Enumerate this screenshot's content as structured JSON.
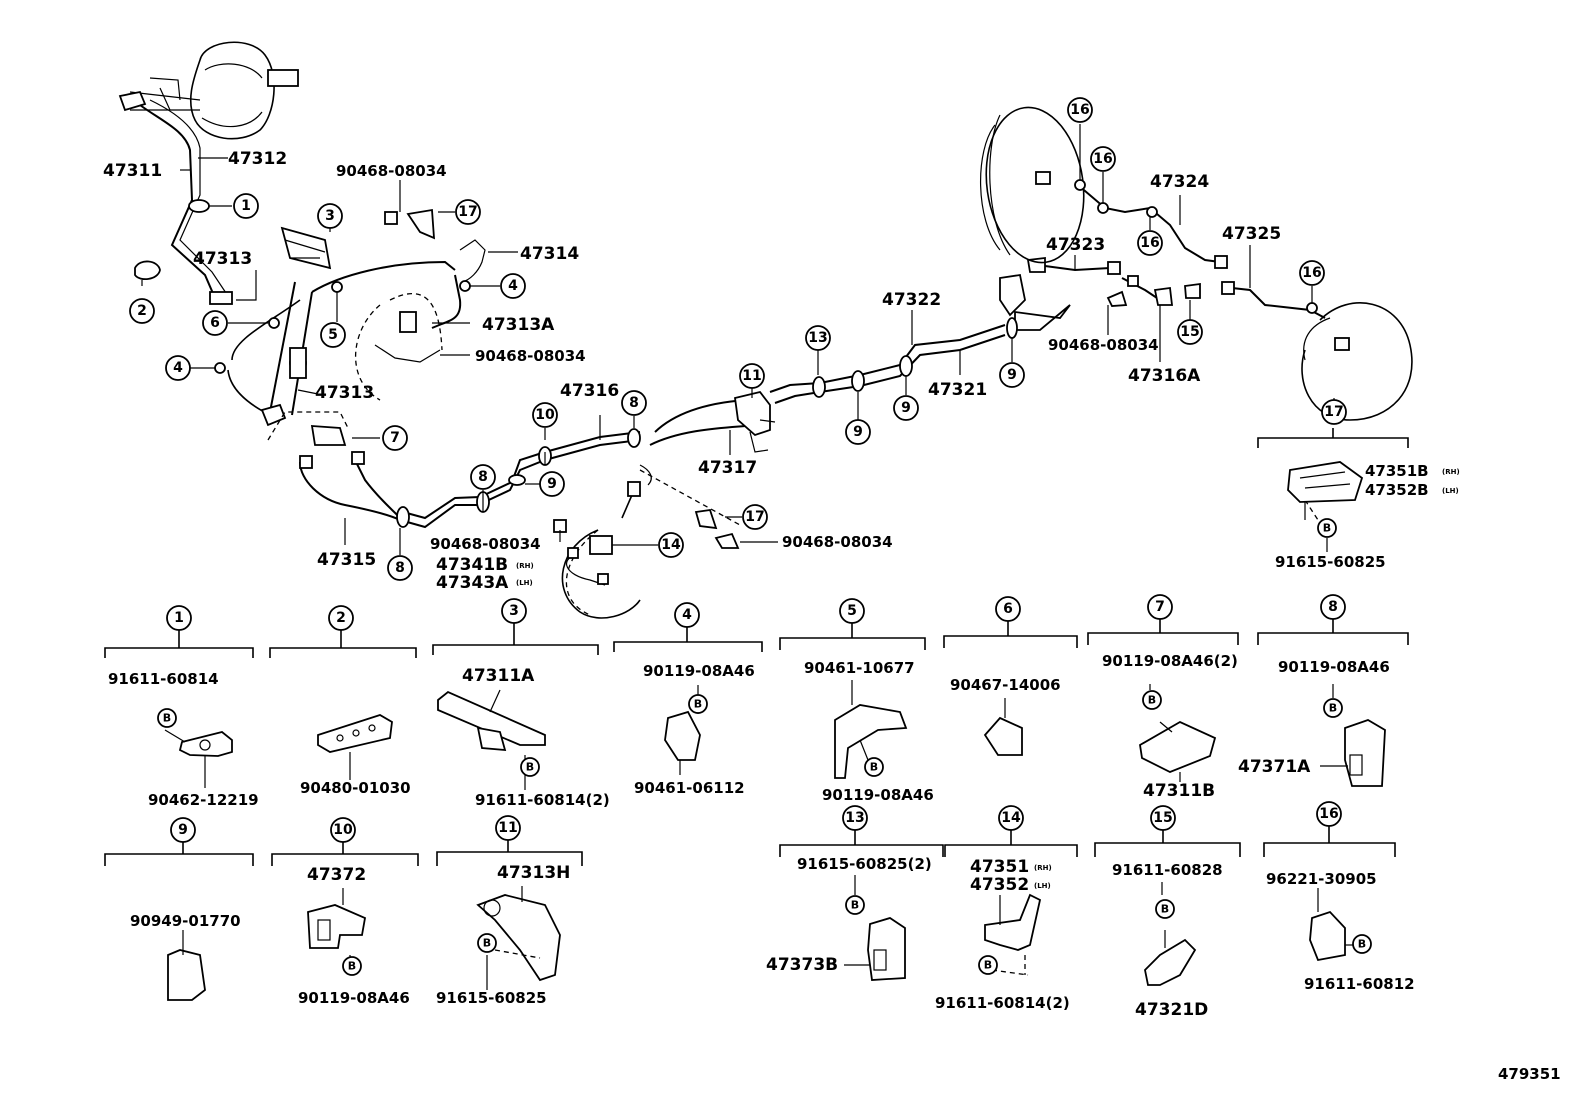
{
  "main_labels": {
    "p47311": "47311",
    "p47312": "47312",
    "p47313_top": "47313",
    "p47313_mid": "47313",
    "p47314": "47314",
    "p47313A": "47313A",
    "p90468_a": "90468-08034",
    "p90468_b": "90468-08034",
    "p90468_c": "90468-08034",
    "p90468_d": "90468-08034",
    "p90468_e": "90468-08034",
    "p47316": "47316",
    "p47317": "47317",
    "p47315": "47315",
    "p47341B": "47341B",
    "p47343A": "47343A",
    "p47322": "47322",
    "p47321": "47321",
    "p47323": "47323",
    "p47324": "47324",
    "p47325": "47325",
    "p47316A": "47316A",
    "p47351B": "47351B",
    "p47352B": "47352B",
    "p91615_top": "91615-60825",
    "rh": "(RH)",
    "lh": "(LH)"
  },
  "callouts": {
    "c1": "1",
    "c2": "2",
    "c3": "3",
    "c4a": "4",
    "c4b": "4",
    "c5": "5",
    "c6": "6",
    "c7": "7",
    "c8a": "8",
    "c8b": "8",
    "c8c": "8",
    "c9a": "9",
    "c9b": "9",
    "c9c": "9",
    "c9d": "9",
    "c10": "10",
    "c11": "11",
    "c13": "13",
    "c14": "14",
    "c15": "15",
    "c16a": "16",
    "c16b": "16",
    "c16c": "16",
    "c16d": "16",
    "c17a": "17",
    "c17b": "17",
    "c17c": "17"
  },
  "groups": {
    "g1": {
      "num": "1",
      "a": "91611-60814",
      "b": "90462-12219"
    },
    "g2": {
      "num": "2",
      "a": "90480-01030"
    },
    "g3": {
      "num": "3",
      "a": "47311A",
      "b": "91611-60814(2)"
    },
    "g4": {
      "num": "4",
      "a": "90119-08A46",
      "b": "90461-06112"
    },
    "g5": {
      "num": "5",
      "a": "90461-10677",
      "b": "90119-08A46"
    },
    "g6": {
      "num": "6",
      "a": "90467-14006"
    },
    "g7": {
      "num": "7",
      "a": "90119-08A46(2)",
      "b": "47311B"
    },
    "g8": {
      "num": "8",
      "a": "90119-08A46",
      "b": "47371A"
    },
    "g9": {
      "num": "9",
      "a": "90949-01770"
    },
    "g10": {
      "num": "10",
      "a": "47372",
      "b": "90119-08A46"
    },
    "g11": {
      "num": "11",
      "a": "47313H",
      "b": "91615-60825"
    },
    "g13": {
      "num": "13",
      "a": "91615-60825(2)",
      "b": "47373B"
    },
    "g14": {
      "num": "14",
      "a": "47351",
      "b": "47352",
      "b_rh": "(RH)",
      "b_lh": "(LH)",
      "c": "91611-60814(2)"
    },
    "g15": {
      "num": "15",
      "a": "91611-60828",
      "b": "47321D"
    },
    "g16": {
      "num": "16",
      "a": "96221-30905",
      "b": "91611-60812"
    }
  },
  "bolt_mark": "B",
  "diagram_id": "479351"
}
